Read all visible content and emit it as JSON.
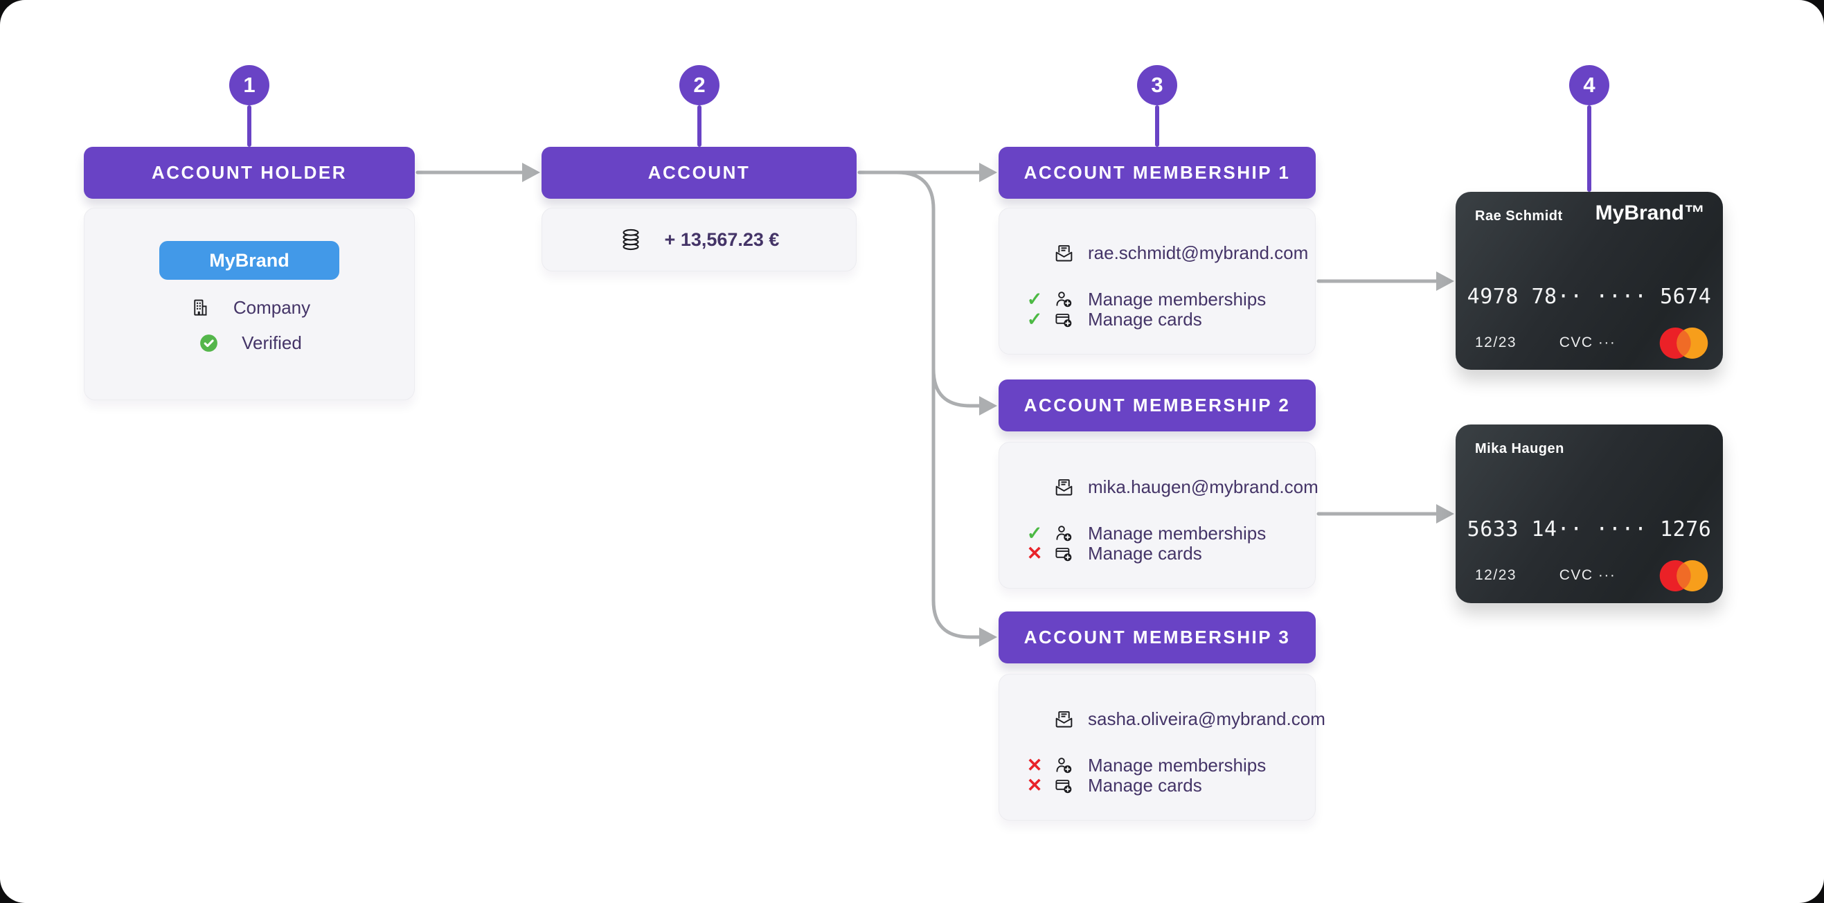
{
  "steps": [
    {
      "number": "1"
    },
    {
      "number": "2"
    },
    {
      "number": "3"
    },
    {
      "number": "4"
    }
  ],
  "account_holder": {
    "title": "ACCOUNT HOLDER",
    "badge": "MyBrand",
    "attributes": [
      {
        "icon": "building-icon",
        "label": "Company"
      },
      {
        "icon": "verified-icon",
        "label": "Verified"
      }
    ]
  },
  "account": {
    "title": "ACCOUNT",
    "balance": "+ 13,567.23 €"
  },
  "memberships": [
    {
      "title": "ACCOUNT MEMBERSHIP 1",
      "email": "rae.schmidt@mybrand.com",
      "permissions": [
        {
          "label": "Manage memberships",
          "allowed": true
        },
        {
          "label": "Manage cards",
          "allowed": true
        }
      ]
    },
    {
      "title": "ACCOUNT MEMBERSHIP 2",
      "email": "mika.haugen@mybrand.com",
      "permissions": [
        {
          "label": "Manage memberships",
          "allowed": true
        },
        {
          "label": "Manage cards",
          "allowed": false
        }
      ]
    },
    {
      "title": "ACCOUNT MEMBERSHIP 3",
      "email": "sasha.oliveira@mybrand.com",
      "permissions": [
        {
          "label": "Manage memberships",
          "allowed": false
        },
        {
          "label": "Manage cards",
          "allowed": false
        }
      ]
    }
  ],
  "cards": [
    {
      "holder": "Rae Schmidt",
      "brand": "MyBrand™",
      "number": "4978 78·· ···· 5674",
      "expiry": "12/23",
      "cvc": "CVC ···"
    },
    {
      "holder": "Mika Haugen",
      "number": "5633 14·· ···· 1276",
      "expiry": "12/23",
      "cvc": "CVC ···"
    }
  ],
  "icons": {
    "allowed_glyph": "✓",
    "denied_glyph": "✕"
  },
  "colors": {
    "purple": "#6943C5",
    "blue": "#4299E8",
    "green": "#54B64B",
    "red": "#E8232A",
    "arrow": "#ACAEB0",
    "text_dark": "#443467",
    "mastercard_red": "#EB2127",
    "mastercard_orange": "#F79E1B"
  }
}
